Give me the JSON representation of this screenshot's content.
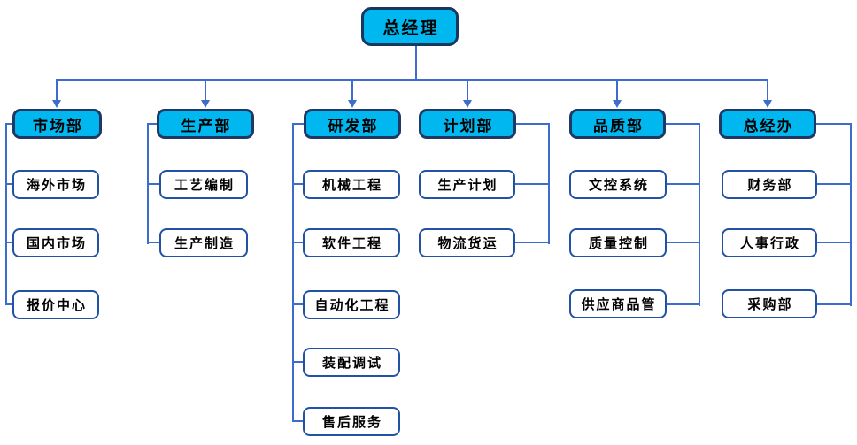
{
  "root": {
    "label": "总经理"
  },
  "departments": [
    {
      "label": "市场部",
      "children": [
        "海外市场",
        "国内市场",
        "报价中心"
      ]
    },
    {
      "label": "生产部",
      "children": [
        "工艺编制",
        "生产制造"
      ]
    },
    {
      "label": "研发部",
      "children": [
        "机械工程",
        "软件工程",
        "自动化工程",
        "装配调试",
        "售后服务"
      ]
    },
    {
      "label": "计划部",
      "children": [
        "生产计划",
        "物流货运"
      ]
    },
    {
      "label": "品质部",
      "children": [
        "文控系统",
        "质量控制",
        "供应商品管"
      ]
    },
    {
      "label": "总经办",
      "children": [
        "财务部",
        "人事行政",
        "采购部"
      ]
    }
  ],
  "colors": {
    "node_fill": "#00b7f0",
    "node_border_dark": "#1f3864",
    "leaf_border": "#2152a3",
    "connector": "#3d6dcc",
    "text": "#000000",
    "background": "#ffffff"
  }
}
